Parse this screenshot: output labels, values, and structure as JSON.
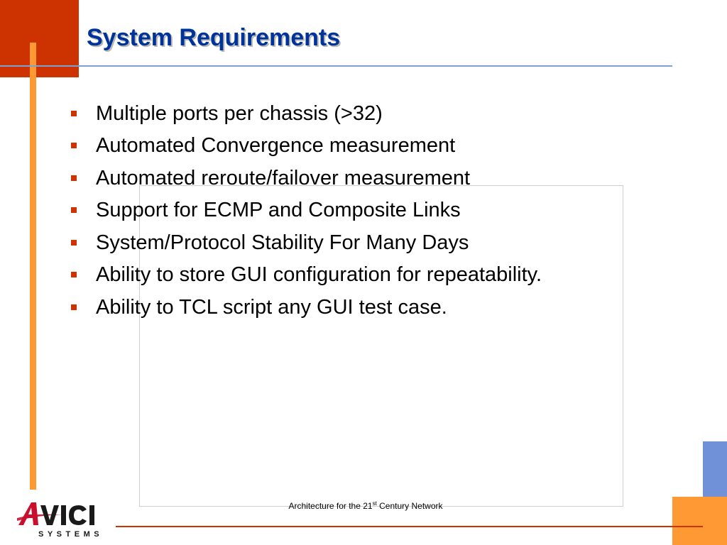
{
  "slide": {
    "title": "System Requirements",
    "bullets": [
      "Multiple ports per chassis (>32)",
      "Automated Convergence measurement",
      "Automated reroute/failover measurement",
      "Support for ECMP and Composite Links",
      "System/Protocol Stability For Many Days",
      "Ability to store GUI configuration for repeatability.",
      "Ability to TCL script any GUI test case."
    ]
  },
  "footer": {
    "text_before": "Architecture for the 21",
    "superscript": "st",
    "text_after": " Century Network"
  },
  "logo": {
    "wordmark": "AVICI",
    "subtitle": "SYSTEMS"
  },
  "colors": {
    "corner_block": "#cc3300",
    "accent_bar": "#ff9933",
    "title_rule": "#7f9fd6",
    "title_text": "#003399",
    "bullet_marker": "#cc3300",
    "right_block_blue": "#7090d8",
    "right_block_orange": "#ff9933",
    "footer_rule": "#cc3300",
    "logo_red": "#c8102e",
    "logo_dark": "#1a1a1a"
  },
  "icons": {
    "bullet": "square-bullet-icon",
    "logo": "avici-systems-logo"
  }
}
